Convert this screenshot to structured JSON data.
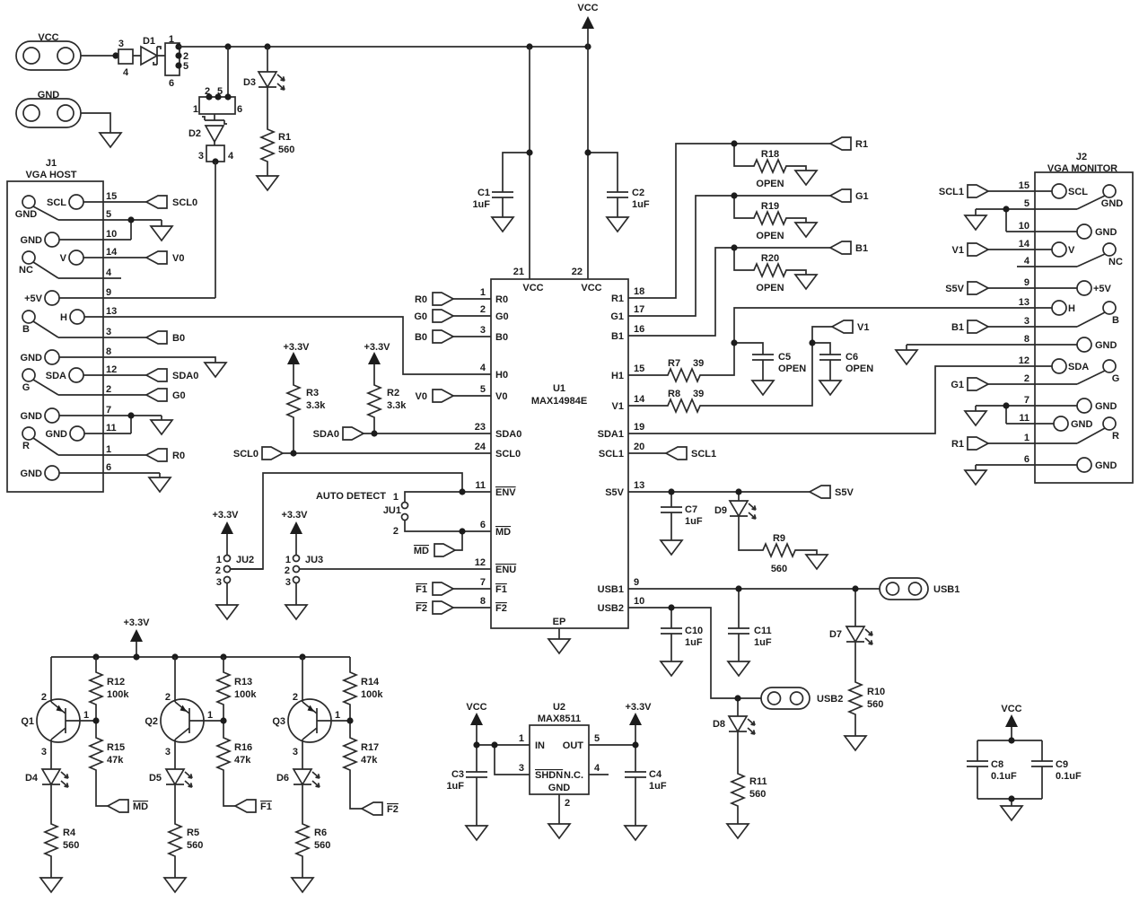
{
  "power": {
    "vcc": "VCC",
    "gnd": "GND",
    "p33": "+3.3V"
  },
  "pkg": {
    "p1": "1",
    "p2": "2",
    "p3": "3",
    "p4": "4",
    "p5": "5",
    "p6": "6"
  },
  "misc": {
    "auto_detect": "AUTO DETECT"
  },
  "nets": {
    "scl0": "SCL0",
    "sda0": "SDA0",
    "r0": "R0",
    "g0": "G0",
    "b0": "B0",
    "v0": "V0",
    "r1": "R1",
    "g1": "G1",
    "b1": "B1",
    "v1": "V1",
    "sda1": "SDA1",
    "scl1": "SCL1",
    "s5v": "S5V",
    "usb1": "USB1",
    "usb2": "USB2",
    "md": "MD",
    "f1": "F1",
    "f2": "F2"
  },
  "parts": {
    "d1": {
      "r": "D1"
    },
    "d2": {
      "r": "D2"
    },
    "d3": {
      "r": "D3"
    },
    "d4": {
      "r": "D4"
    },
    "d5": {
      "r": "D5"
    },
    "d6": {
      "r": "D6"
    },
    "d7": {
      "r": "D7"
    },
    "d8": {
      "r": "D8"
    },
    "d9": {
      "r": "D9"
    },
    "r1": {
      "r": "R1",
      "v": "560"
    },
    "r2": {
      "r": "R2",
      "v": "3.3k"
    },
    "r3": {
      "r": "R3",
      "v": "3.3k"
    },
    "r4": {
      "r": "R4",
      "v": "560"
    },
    "r5": {
      "r": "R5",
      "v": "560"
    },
    "r6": {
      "r": "R6",
      "v": "560"
    },
    "r7": {
      "r": "R7",
      "v": "39"
    },
    "r8": {
      "r": "R8",
      "v": "39"
    },
    "r9": {
      "r": "R9",
      "v": "560"
    },
    "r10": {
      "r": "R10",
      "v": "560"
    },
    "r11": {
      "r": "R11",
      "v": "560"
    },
    "r12": {
      "r": "R12",
      "v": "100k"
    },
    "r13": {
      "r": "R13",
      "v": "100k"
    },
    "r14": {
      "r": "R14",
      "v": "100k"
    },
    "r15": {
      "r": "R15",
      "v": "47k"
    },
    "r16": {
      "r": "R16",
      "v": "47k"
    },
    "r17": {
      "r": "R17",
      "v": "47k"
    },
    "r18": {
      "r": "R18",
      "v": "OPEN"
    },
    "r19": {
      "r": "R19",
      "v": "OPEN"
    },
    "r20": {
      "r": "R20",
      "v": "OPEN"
    },
    "c1": {
      "r": "C1",
      "v": "1uF"
    },
    "c2": {
      "r": "C2",
      "v": "1uF"
    },
    "c3": {
      "r": "C3",
      "v": "1uF"
    },
    "c4": {
      "r": "C4",
      "v": "1uF"
    },
    "c5": {
      "r": "C5",
      "v": "OPEN"
    },
    "c6": {
      "r": "C6",
      "v": "OPEN"
    },
    "c7": {
      "r": "C7",
      "v": "1uF"
    },
    "c8": {
      "r": "C8",
      "v": "0.1uF"
    },
    "c9": {
      "r": "C9",
      "v": "0.1uF"
    },
    "c10": {
      "r": "C10",
      "v": "1uF"
    },
    "c11": {
      "r": "C11",
      "v": "1uF"
    },
    "q1": {
      "r": "Q1"
    },
    "q2": {
      "r": "Q2"
    },
    "q3": {
      "r": "Q3"
    },
    "ju1": {
      "r": "JU1"
    },
    "ju2": {
      "r": "JU2"
    },
    "ju3": {
      "r": "JU3"
    }
  },
  "j1": {
    "ref": "J1",
    "title": "VGA HOST",
    "pins": [
      {
        "n": "15",
        "l": "SCL"
      },
      {
        "n": "5",
        "l": "GND"
      },
      {
        "n": "10",
        "l": "GND"
      },
      {
        "n": "14",
        "l": "V"
      },
      {
        "n": "4",
        "l": "NC"
      },
      {
        "n": "9",
        "l": "+5V"
      },
      {
        "n": "13",
        "l": "H"
      },
      {
        "n": "3",
        "l": "B"
      },
      {
        "n": "8",
        "l": "GND"
      },
      {
        "n": "12",
        "l": "SDA"
      },
      {
        "n": "2",
        "l": "G"
      },
      {
        "n": "7",
        "l": "GND"
      },
      {
        "n": "11",
        "l": "GND"
      },
      {
        "n": "1",
        "l": "R"
      },
      {
        "n": "6",
        "l": "GND"
      }
    ]
  },
  "j2": {
    "ref": "J2",
    "title": "VGA MONITOR",
    "pins": [
      {
        "n": "15",
        "l": "SCL"
      },
      {
        "n": "5",
        "l": "GND"
      },
      {
        "n": "10",
        "l": "GND"
      },
      {
        "n": "14",
        "l": "V"
      },
      {
        "n": "4",
        "l": "NC"
      },
      {
        "n": "9",
        "l": "+5V"
      },
      {
        "n": "13",
        "l": "H"
      },
      {
        "n": "3",
        "l": "B"
      },
      {
        "n": "8",
        "l": "GND"
      },
      {
        "n": "12",
        "l": "SDA"
      },
      {
        "n": "2",
        "l": "G"
      },
      {
        "n": "7",
        "l": "GND"
      },
      {
        "n": "11",
        "l": "GND"
      },
      {
        "n": "1",
        "l": "R"
      },
      {
        "n": "6",
        "l": "GND"
      }
    ]
  },
  "u1": {
    "ref": "U1",
    "part": "MAX14984E",
    "ep": "EP",
    "left": [
      {
        "n": "1",
        "l": "R0"
      },
      {
        "n": "2",
        "l": "G0"
      },
      {
        "n": "3",
        "l": "B0"
      },
      {
        "n": "4",
        "l": "H0"
      },
      {
        "n": "5",
        "l": "V0"
      },
      {
        "n": "23",
        "l": "SDA0"
      },
      {
        "n": "24",
        "l": "SCL0"
      },
      {
        "n": "11",
        "l": "ENV"
      },
      {
        "n": "6",
        "l": "MD"
      },
      {
        "n": "12",
        "l": "ENU"
      },
      {
        "n": "7",
        "l": "F1"
      },
      {
        "n": "8",
        "l": "F2"
      }
    ],
    "right": [
      {
        "n": "18",
        "l": "R1"
      },
      {
        "n": "17",
        "l": "G1"
      },
      {
        "n": "16",
        "l": "B1"
      },
      {
        "n": "15",
        "l": "H1"
      },
      {
        "n": "14",
        "l": "V1"
      },
      {
        "n": "19",
        "l": "SDA1"
      },
      {
        "n": "20",
        "l": "SCL1"
      },
      {
        "n": "13",
        "l": "S5V"
      },
      {
        "n": "9",
        "l": "USB1"
      },
      {
        "n": "10",
        "l": "USB2"
      }
    ],
    "top": [
      {
        "n": "21",
        "l": "VCC"
      },
      {
        "n": "22",
        "l": "VCC"
      }
    ]
  },
  "u2": {
    "ref": "U2",
    "part": "MAX8511",
    "p_in": {
      "n": "1",
      "l": "IN"
    },
    "p_shdn": {
      "n": "3",
      "l": "SHDN"
    },
    "p_out": {
      "n": "5",
      "l": "OUT"
    },
    "p_nc": {
      "n": "4",
      "l": "N.C."
    },
    "p_gnd": {
      "n": "2",
      "l": "GND"
    }
  }
}
